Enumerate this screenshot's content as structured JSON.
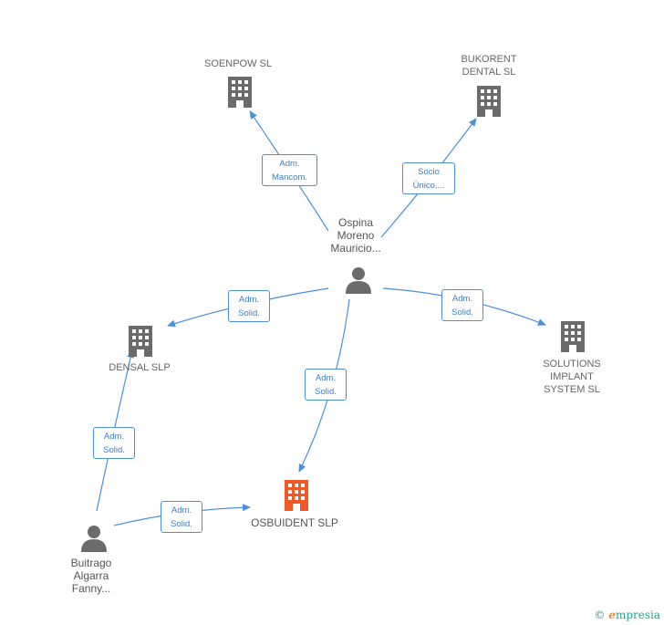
{
  "nodes": {
    "soenpow": {
      "label": "SOENPOW SL"
    },
    "bukorent": {
      "label": "BUKORENT\nDENTAL SL"
    },
    "ospina": {
      "label": "Ospina\nMoreno\nMauricio..."
    },
    "densal": {
      "label": "DENSAL SLP"
    },
    "solutions": {
      "label": "SOLUTIONS\nIMPLANT\nSYSTEM SL"
    },
    "osbuident": {
      "label": "OSBUIDENT SLP"
    },
    "buitrago": {
      "label": "Buitrago\nAlgarra\nFanny..."
    }
  },
  "edges": {
    "ospina_soenpow": "Adm.\nMancom.",
    "ospina_bukorent": "Socio\nÚnico,...",
    "ospina_densal": "Adm.\nSolid.",
    "ospina_solutions": "Adm.\nSolid.",
    "ospina_osbuident": "Adm.\nSolid.",
    "buitrago_densal": "Adm.\nSolid.",
    "buitrago_osbuident": "Adm.\nSolid."
  },
  "colors": {
    "edge": "#4a90d9",
    "company": "#6b6b6b",
    "highlight": "#f05a28",
    "person": "#6b6b6b"
  },
  "footer": {
    "copyright": "©",
    "brand_initial": "e",
    "brand_rest": "mpresia"
  }
}
